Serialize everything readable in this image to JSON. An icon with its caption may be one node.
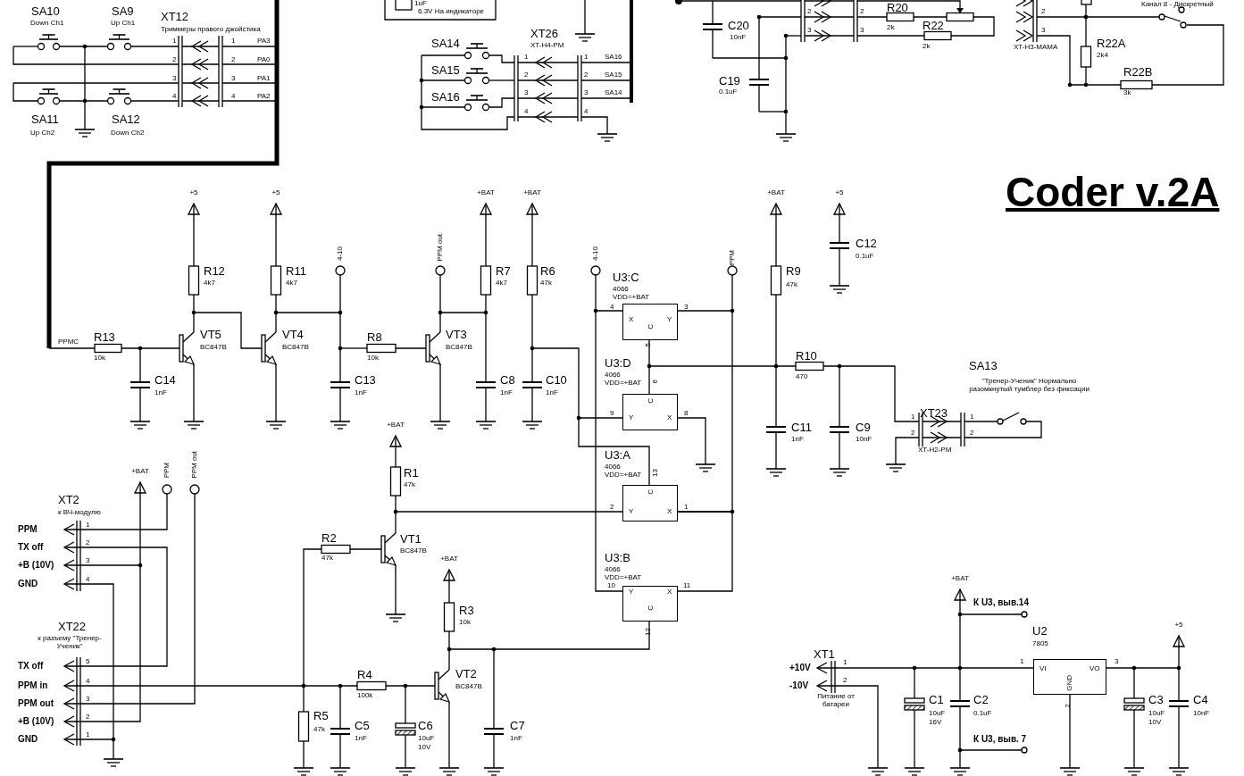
{
  "diagram": {
    "title": "Coder v.2A",
    "nodes": [
      {
        "text": [
          "X",
          "Y",
          "C"
        ],
        "beside": [
          "U3:C",
          "4066",
          "VDD=+BAT",
          "4",
          "3",
          "5"
        ]
      },
      {
        "text": [
          "C",
          "Y",
          "X"
        ],
        "beside": [
          "U3:D",
          "4066",
          "VDD=+BAT",
          "6",
          "9",
          "8"
        ]
      },
      {
        "text": [
          "C",
          "Y",
          "X"
        ],
        "beside": [
          "U3:A",
          "4066",
          "VDD=+BAT",
          "13",
          "2",
          "1"
        ]
      },
      {
        "text": [
          "Y",
          "X",
          "C"
        ],
        "beside": [
          "U3:B",
          "4066",
          "VDD=+BAT",
          "10",
          "11",
          "12"
        ]
      },
      {
        "text": [
          "VI",
          "VO",
          "GND"
        ],
        "beside": [
          "U2",
          "7805",
          "1",
          "3",
          "2"
        ]
      }
    ],
    "edges": [
      {
        "from": 0,
        "to": 1,
        "arrow": "none"
      },
      {
        "from": 0,
        "to": 2,
        "arrow": "none"
      },
      {
        "from": 2,
        "to": 3,
        "arrow": "none"
      },
      {
        "from": 0,
        "to": 3,
        "arrow": "none"
      },
      {
        "from": 1,
        "to": 2,
        "arrow": "none"
      }
    ],
    "labels": [
      "SA10",
      "Down Ch1",
      "SA9",
      "Up Ch1",
      "XT12",
      "1uF",
      "6.3V На индикаторе",
      "Триммеры правого джойстика",
      "1",
      "1",
      "PA3",
      "2",
      "2",
      "PA0",
      "3",
      "3",
      "PA1",
      "4",
      "4",
      "PA2",
      "SA11",
      "Up Ch2",
      "SA12",
      "Down Ch2",
      "SA14",
      "XT26",
      "XT-H4-PM",
      "1",
      "1",
      "SA16",
      "SA15",
      "2",
      "2",
      "SA15",
      "SA16",
      "3",
      "3",
      "SA14",
      "4",
      "4",
      "R20",
      "Канал 8 - Дискретный",
      "2",
      "2",
      "2",
      "C20",
      "2k",
      "R22",
      "3",
      "3",
      "3",
      "10nF",
      "2k",
      "XT-H3-MAMA",
      "R22A",
      "2k4",
      "R22B",
      "C19",
      "0.1uF",
      "3k",
      "+5",
      "+5",
      "+BAT",
      "+BAT",
      "+BAT",
      "+5",
      "4-10",
      "PPM out",
      "4-10",
      "PPM",
      "C12",
      "0.1uF",
      "R12",
      "4k7",
      "R11",
      "4k7",
      "R7",
      "4k7",
      "R6",
      "47k",
      "R9",
      "47k",
      "PPMC",
      "R13",
      "10k",
      "VT5",
      "BC847B",
      "VT4",
      "BC847B",
      "R8",
      "10k",
      "VT3",
      "BC847B",
      "R10",
      "470",
      "SA13",
      "\"Тренер-Ученик\" Нормально разомкнутый тумблер без фиксации",
      "C14",
      "1nF",
      "C13",
      "1nF",
      "C8",
      "1nF",
      "C10",
      "1nF",
      "XT23",
      "1",
      "1",
      "+BAT",
      "C11",
      "1nF",
      "C9",
      "10nF",
      "2",
      "2",
      "XT-H2-PM",
      "+BAT",
      "PPM",
      "PPM out",
      "R1",
      "47k",
      "XT2",
      "к ВЧ-модулю",
      "PPM",
      "1",
      "TX off",
      "2",
      "+B (10V)",
      "3",
      "GND",
      "4",
      "R2",
      "VT1",
      "BC847B",
      "47k",
      "+BAT",
      "R3",
      "10k",
      "XT22",
      "к разъему \"Тренер-Ученик\"",
      "TX off",
      "5",
      "PPM in",
      "4",
      "R4",
      "VT2",
      "BC847B",
      "100k",
      "PPM out",
      "3",
      "+B (10V)",
      "2",
      "R5",
      "47k",
      "C5",
      "1nF",
      "C6",
      "10uF",
      "10V",
      "C7",
      "1nF",
      "GND",
      "1",
      "+BAT",
      "К U3, выв.14",
      "+5",
      "XT1",
      "+10V",
      "1",
      "-10V",
      "2",
      "Питание от батареи",
      "C1",
      "10uF",
      "16V",
      "C2",
      "0.1uF",
      "C3",
      "10uF",
      "10V",
      "C4",
      "10nF",
      "К U3, выв. 7"
    ]
  }
}
